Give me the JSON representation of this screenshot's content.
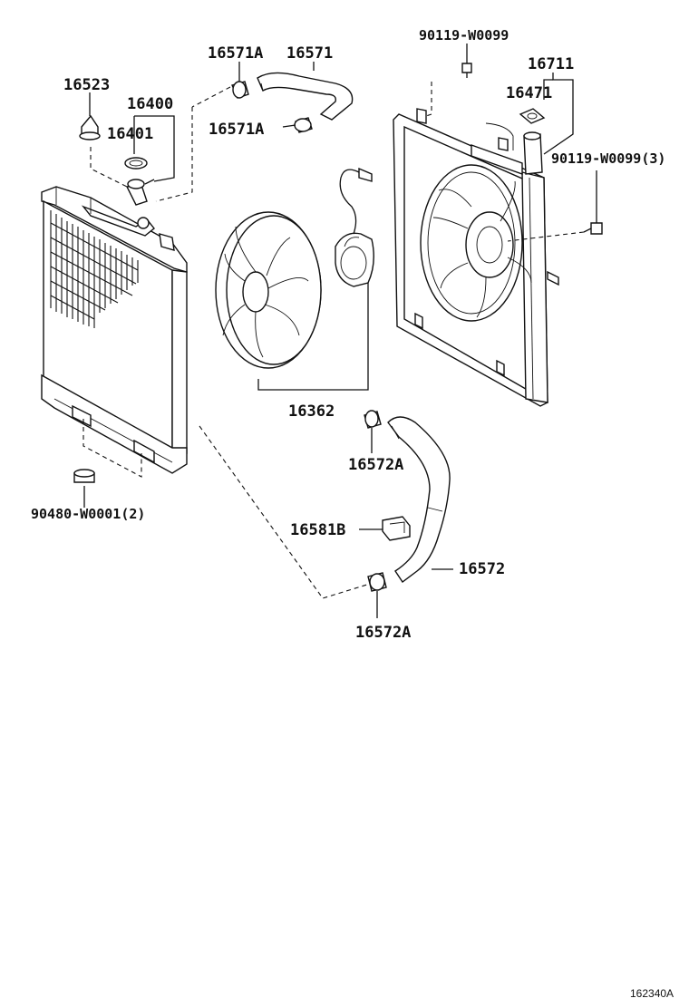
{
  "labels": {
    "p16523": "16523",
    "p16400": "16400",
    "p16401": "16401",
    "p16571A_top": "16571A",
    "p16571": "16571",
    "p16571A_bottom": "16571A",
    "p90119_W0099": "90119-W0099",
    "p16711": "16711",
    "p16471": "16471",
    "p90119_W0099_3": "90119-W0099(3)",
    "p16362": "16362",
    "p16572A_top": "16572A",
    "p16581B": "16581B",
    "p16572": "16572",
    "p16572A_bottom": "16572A",
    "p90480_W0001_2": "90480-W0001(2)"
  },
  "figure_id": "162340A",
  "icons": {
    "radiator": "radiator-assembly-icon",
    "fan": "cooling-fan-blade-icon",
    "motor": "fan-motor-icon",
    "shroud": "fan-shroud-icon",
    "hose_upper": "upper-radiator-hose-icon",
    "hose_lower": "lower-radiator-hose-icon"
  }
}
